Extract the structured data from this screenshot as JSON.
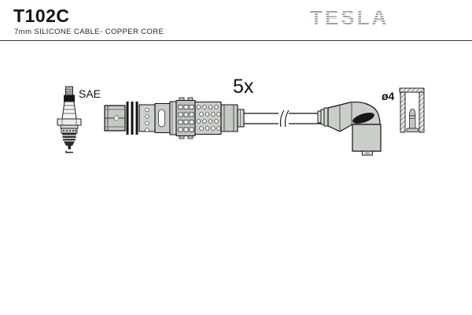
{
  "header": {
    "part_number": "T102C",
    "description": "7mm SILICONE CABLE- COPPER CORE",
    "brand": "TESLA"
  },
  "diagram": {
    "plug_label": "SAE",
    "quantity_label": "5x",
    "diameter_label": "ø4"
  },
  "colors": {
    "brand": "#9aa69c",
    "outline": "#1a1a1a",
    "part_fill": "#c9cec9"
  }
}
